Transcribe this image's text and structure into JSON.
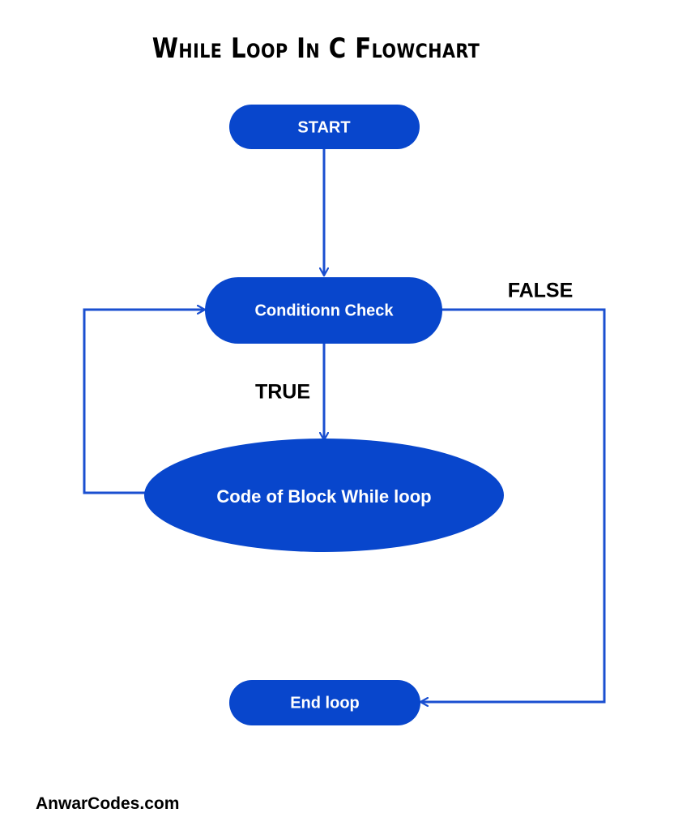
{
  "title": "While Loop In C Flowchart",
  "nodes": {
    "start": "START",
    "condition": "Conditionn Check",
    "body": "Code of Block While loop",
    "end": "End loop"
  },
  "edges": {
    "false_label": "FALSE",
    "true_label": "TRUE"
  },
  "footer": "AnwarCodes.com",
  "colors": {
    "node_fill": "#0846CC",
    "connector": "#1A4FD0",
    "background": "#FFFFFF",
    "text": "#000000"
  }
}
